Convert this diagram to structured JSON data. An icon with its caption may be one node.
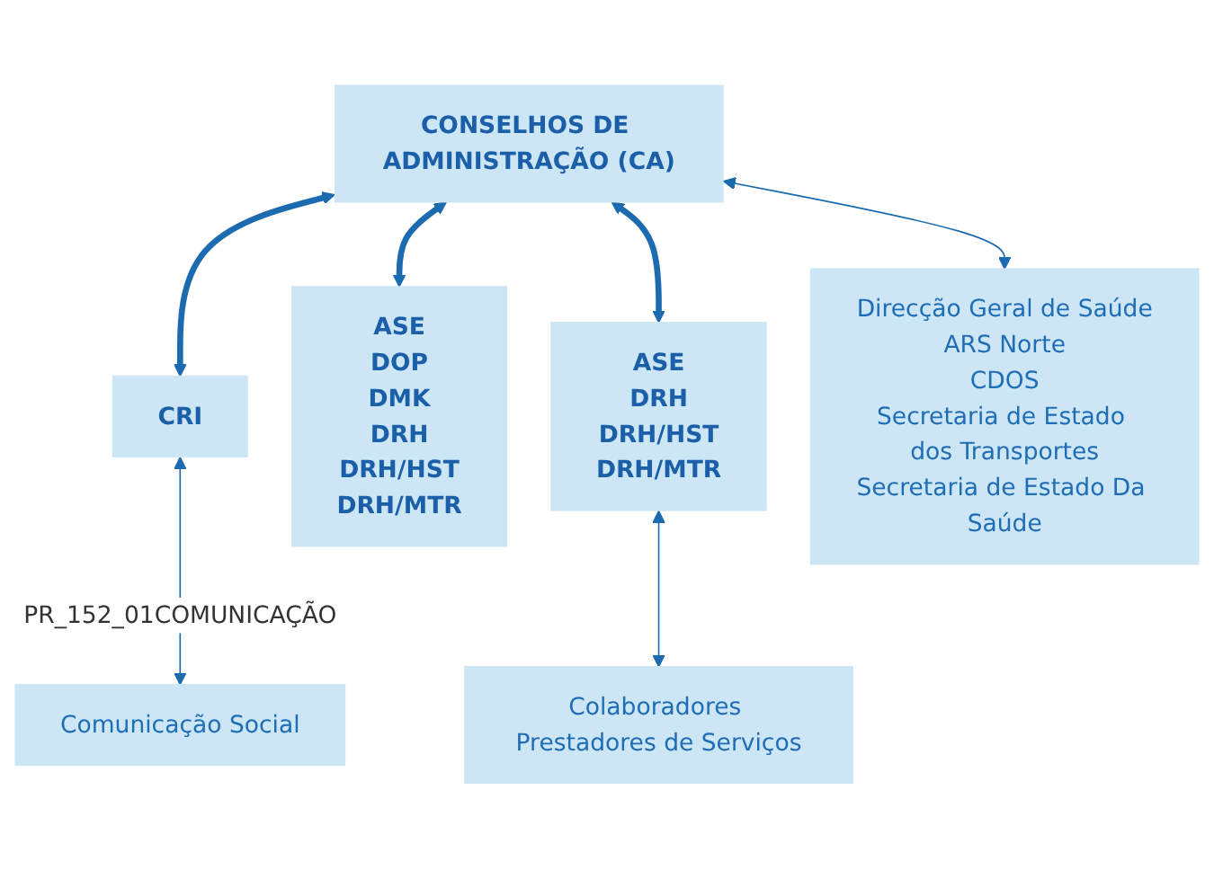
{
  "diagram": {
    "nodes": [
      {
        "text": [
          "CONSELHOS DE ADMINISTRAÇÃO (CA)"
        ]
      },
      {
        "text": [
          "CRI"
        ]
      },
      {
        "text": [
          "ASE",
          "DOP",
          "DMK",
          "DRH",
          "DRH/HST",
          "DRH/MTR"
        ]
      },
      {
        "text": [
          "ASE",
          "DRH",
          "DRH/HST",
          "DRH/MTR"
        ]
      },
      {
        "text": [
          "Colaboradores Prestadores de Serviços"
        ]
      },
      {
        "text": [
          "Comunicação Social"
        ]
      },
      {
        "text": [
          "Direcção Geral de Saúde",
          "ARS Norte",
          "CDOS",
          "Secretaria de Estado dos Transportes",
          "Secretaria de Estado Da Saúde"
        ]
      }
    ],
    "edges": [
      {
        "from": 0,
        "to": 1,
        "arrow": "both",
        "style": "thick"
      },
      {
        "from": 0,
        "to": 2,
        "arrow": "both",
        "style": "thick"
      },
      {
        "from": 0,
        "to": 6,
        "arrow": "both"
      },
      {
        "from": 0,
        "to": 3,
        "arrow": "both",
        "style": "thick"
      },
      {
        "from": 3,
        "to": 4,
        "arrow": "both"
      },
      {
        "from": 1,
        "to": 5,
        "arrow": "both",
        "label": "PR_152_01COMUNICAÇÃO"
      }
    ]
  }
}
